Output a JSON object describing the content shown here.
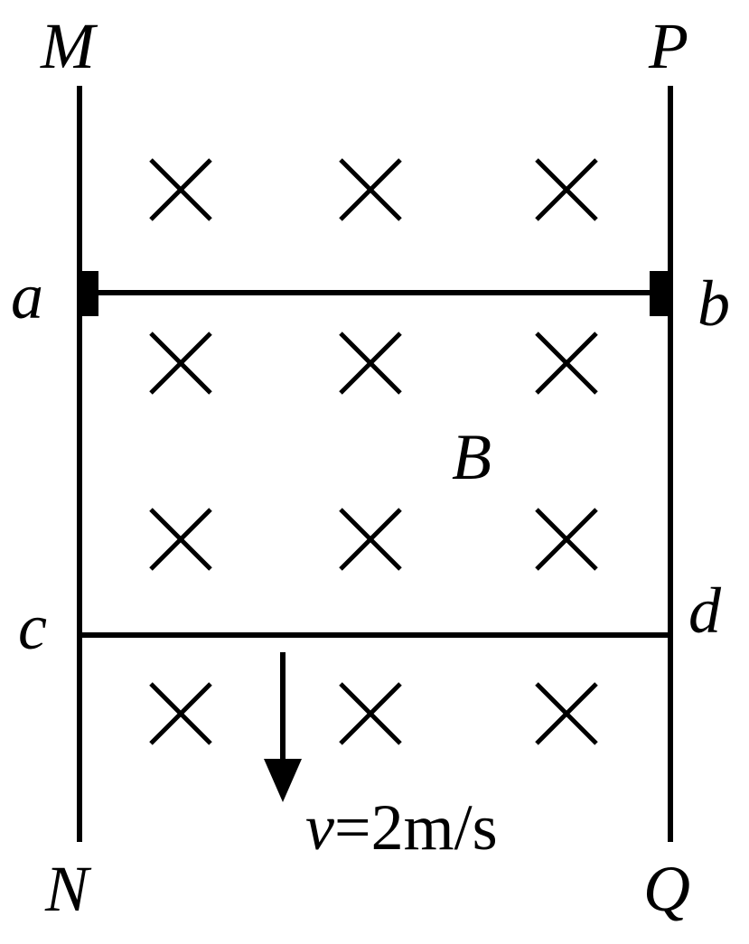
{
  "labels": {
    "M": "M",
    "P": "P",
    "a": "a",
    "b": "b",
    "B": "B",
    "c": "c",
    "d": "d",
    "N": "N",
    "Q": "Q"
  },
  "velocity": {
    "symbol": "v",
    "value": "=2m/s"
  },
  "field_symbol": "cross-into-page",
  "cross_rows": 4,
  "cross_cols": 3
}
